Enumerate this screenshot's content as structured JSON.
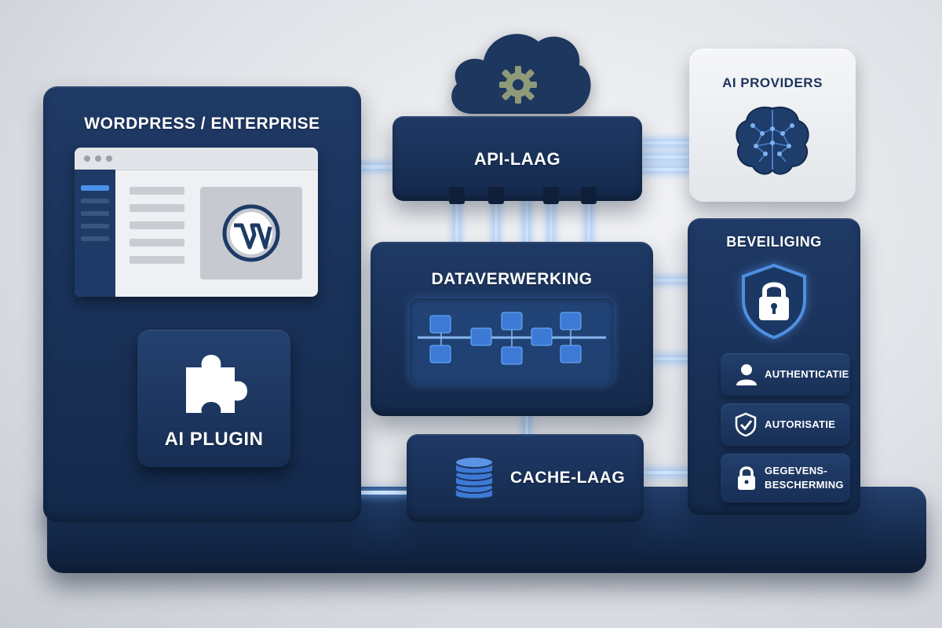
{
  "wordpress": {
    "title": "WORDPRESS / ENTERPRISE"
  },
  "plugin": {
    "label": "AI PLUGIN"
  },
  "api": {
    "label": "API-LAAG"
  },
  "processing": {
    "label": "DATAVERWERKING"
  },
  "cache": {
    "label": "CACHE-LAAG"
  },
  "providers": {
    "label": "AI PROVIDERS"
  },
  "security": {
    "title": "BEVEILIGING",
    "items": [
      {
        "label": "AUTHENTICATIE",
        "icon": "user-icon"
      },
      {
        "label": "AUTORISATIE",
        "icon": "shield-check-icon"
      },
      {
        "label": "GEGEVENS-",
        "label2": "BESCHERMING",
        "icon": "padlock-icon"
      }
    ]
  },
  "colors": {
    "navy": "#1b335b",
    "glow": "#6fb3ff",
    "accent_blue": "#3d7ad6",
    "gear": "#8e9a78"
  }
}
